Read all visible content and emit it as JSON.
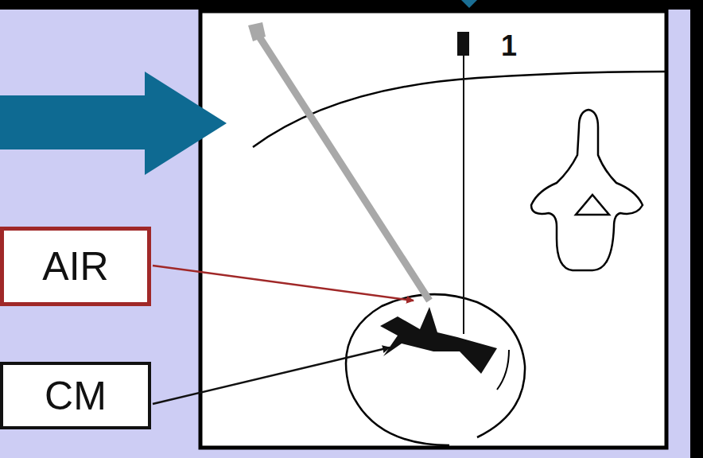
{
  "diagram": {
    "nodes": [
      {
        "text": [
          "AIR"
        ]
      },
      {
        "text": [
          "CM"
        ]
      }
    ],
    "labels": [
      "1"
    ]
  }
}
